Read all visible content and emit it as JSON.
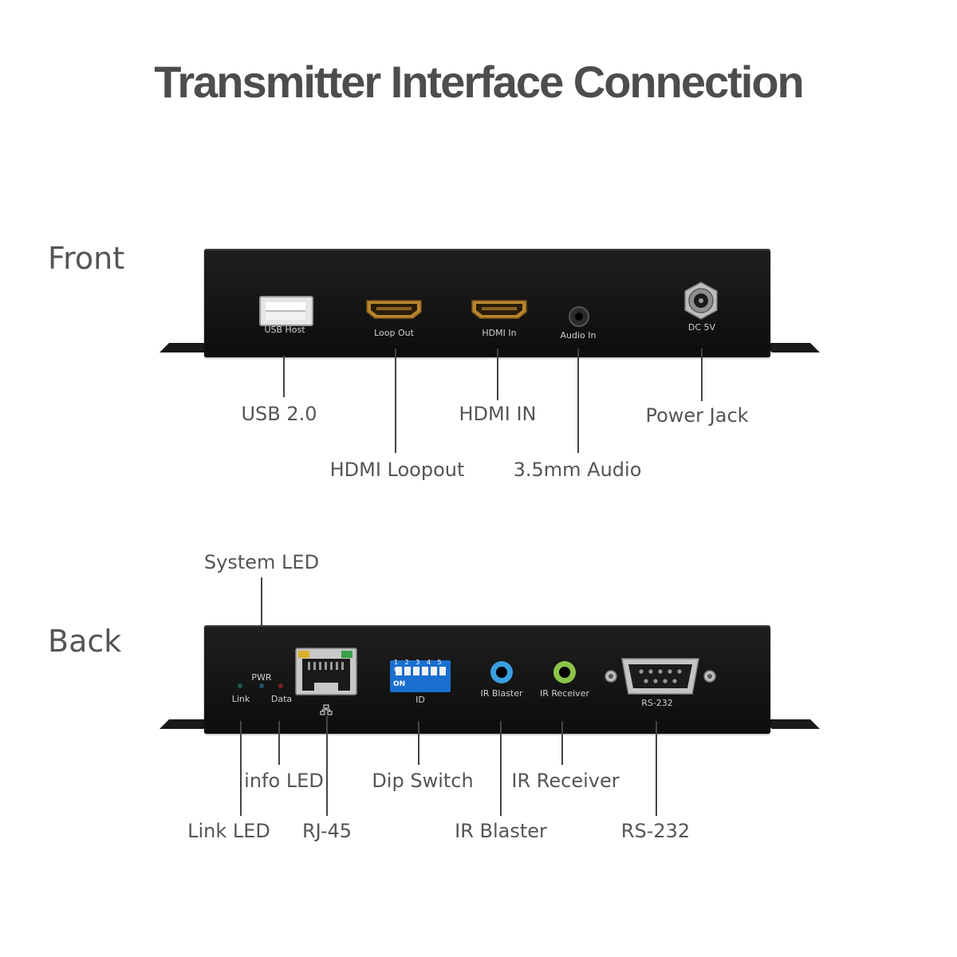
{
  "title": "Transmitter Interface Connection",
  "front": {
    "label": "Front",
    "ports": {
      "usb": "USB Host",
      "loop_out": "Loop Out",
      "hdmi_in": "HDMI In",
      "audio_in": "Audio In",
      "dc": "DC 5V"
    },
    "callouts": {
      "usb": "USB 2.0",
      "hdmi_loopout": "HDMI Loopout",
      "hdmi_in": "HDMI IN",
      "audio": "3.5mm Audio",
      "power": "Power Jack"
    }
  },
  "back": {
    "label": "Back",
    "ports": {
      "pwr": "PWR",
      "link": "Link",
      "data": "Data",
      "id": "ID",
      "ir_blaster": "IR Blaster",
      "ir_receiver": "IR Receiver",
      "rs232": "RS-232",
      "dip_on": "ON",
      "dip_numbers": "1 2 3 4 5 6"
    },
    "callouts": {
      "system_led": "System LED",
      "info_led": "info LED",
      "link_led": "Link LED",
      "rj45": "RJ-45",
      "dip_switch": "Dip Switch",
      "ir_blaster": "IR Blaster",
      "ir_receiver": "IR Receiver",
      "rs232": "RS-232"
    }
  },
  "colors": {
    "text": "#555555",
    "title": "#4d4d4d",
    "panel": "#161616",
    "hdmi_gold": "#b8862e",
    "dip_blue": "#1a6fd0",
    "ir_blaster_ring": "#3aa0e0",
    "ir_receiver_ring": "#8cc44a",
    "led_link": "#1f5a56",
    "led_pwr": "#1f4f66",
    "led_data": "#7a1f1f"
  }
}
